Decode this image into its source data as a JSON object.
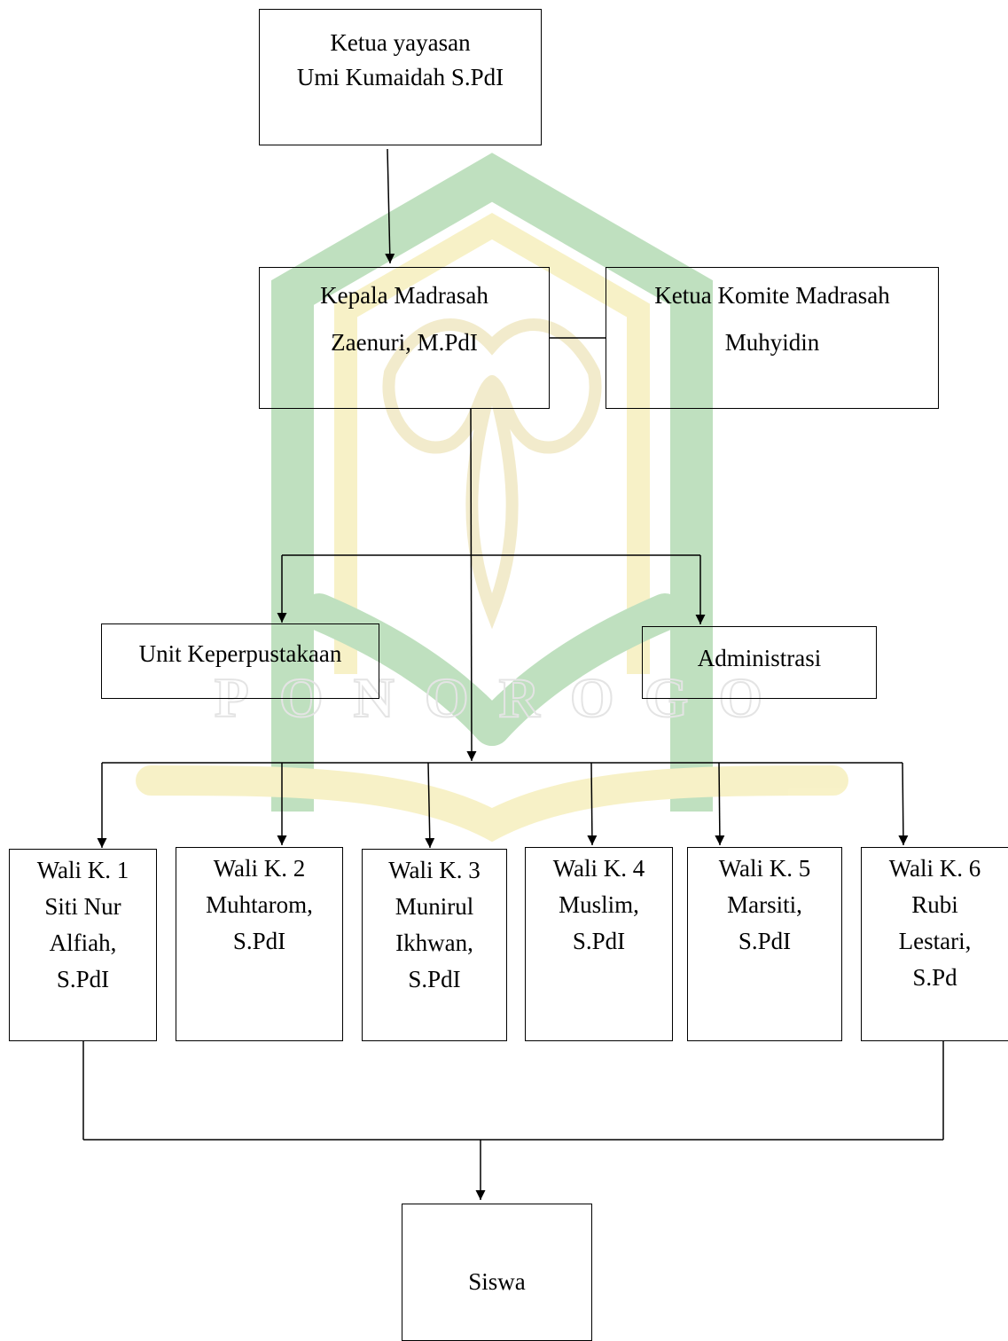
{
  "watermark": {
    "colors": {
      "green": "#8cc88c",
      "yellow": "#f2e79a",
      "gold": "#e9dca4",
      "gray": "#cfcfcf"
    },
    "text": "PONOROGO"
  },
  "nodes": {
    "ketua_yayasan": {
      "lines": [
        "Ketua yayasan",
        "Umi Kumaidah S.PdI"
      ]
    },
    "kepala_madrasah": {
      "lines": [
        "Kepala Madrasah",
        "Zaenuri, M.PdI"
      ]
    },
    "ketua_komite": {
      "lines": [
        "Ketua Komite Madrasah",
        "Muhyidin"
      ]
    },
    "unit_keperpustakaan": {
      "lines": [
        "Unit Keperpustakaan"
      ]
    },
    "administrasi": {
      "lines": [
        "Administrasi"
      ]
    },
    "wali_k1": {
      "lines": [
        "Wali K. 1",
        "Siti Nur",
        "Alfiah,",
        "S.PdI"
      ]
    },
    "wali_k2": {
      "lines": [
        "Wali K. 2",
        "Muhtarom,",
        "S.PdI"
      ]
    },
    "wali_k3": {
      "lines": [
        "Wali K. 3",
        "Munirul",
        "Ikhwan,",
        "S.PdI"
      ]
    },
    "wali_k4": {
      "lines": [
        "Wali K. 4",
        "Muslim,",
        "S.PdI"
      ]
    },
    "wali_k5": {
      "lines": [
        "Wali K. 5",
        "Marsiti,",
        "S.PdI"
      ]
    },
    "wali_k6": {
      "lines": [
        "Wali K. 6",
        "Rubi",
        "Lestari,",
        "S.Pd"
      ]
    },
    "siswa": {
      "lines": [
        "Siswa"
      ]
    }
  }
}
